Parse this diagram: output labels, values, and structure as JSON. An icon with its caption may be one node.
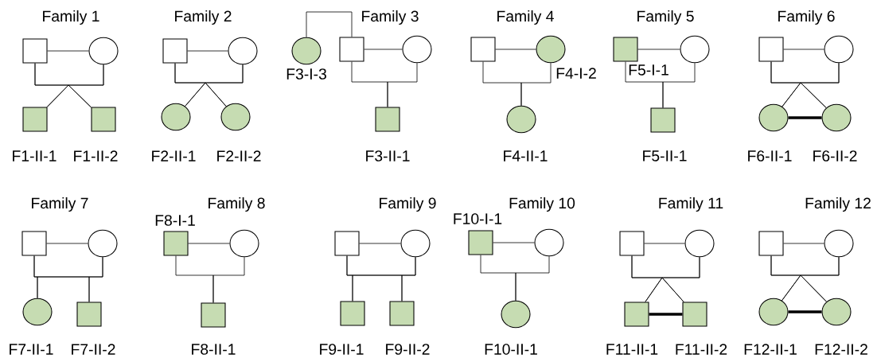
{
  "diagram": {
    "nodes": [
      {
        "text": [],
        "shape": "box"
      },
      {
        "text": [],
        "shape": "circle"
      },
      {
        "text": [],
        "shape": "box",
        "beside": [
          "F1-II-1"
        ]
      },
      {
        "text": [],
        "shape": "box",
        "beside": [
          "F1-II-2"
        ]
      },
      {
        "text": [],
        "shape": "box"
      },
      {
        "text": [],
        "shape": "circle"
      },
      {
        "text": [],
        "shape": "circle",
        "beside": [
          "F2-II-1"
        ]
      },
      {
        "text": [],
        "shape": "circle",
        "beside": [
          "F2-II-2"
        ]
      },
      {
        "text": [],
        "shape": "circle",
        "beside": [
          "F3-I-3"
        ]
      },
      {
        "text": [],
        "shape": "box"
      },
      {
        "text": [],
        "shape": "circle"
      },
      {
        "text": [],
        "shape": "box",
        "beside": [
          "F3-II-1"
        ]
      },
      {
        "text": [],
        "shape": "box"
      },
      {
        "text": [],
        "shape": "circle",
        "beside": [
          "F4-I-2"
        ]
      },
      {
        "text": [],
        "shape": "circle",
        "beside": [
          "F4-II-1"
        ]
      },
      {
        "text": [],
        "shape": "box",
        "beside": [
          "F5-I-1"
        ]
      },
      {
        "text": [],
        "shape": "circle"
      },
      {
        "text": [],
        "shape": "box",
        "beside": [
          "F5-II-1"
        ]
      },
      {
        "text": [],
        "shape": "box"
      },
      {
        "text": [],
        "shape": "circle"
      },
      {
        "text": [],
        "shape": "circle",
        "beside": [
          "F6-II-1"
        ]
      },
      {
        "text": [],
        "shape": "circle",
        "beside": [
          "F6-II-2"
        ]
      },
      {
        "text": [],
        "shape": "box"
      },
      {
        "text": [],
        "shape": "circle"
      },
      {
        "text": [],
        "shape": "circle",
        "beside": [
          "F7-II-1"
        ]
      },
      {
        "text": [],
        "shape": "box",
        "beside": [
          "F7-II-2"
        ]
      },
      {
        "text": [],
        "shape": "box",
        "beside": [
          "F8-I-1"
        ]
      },
      {
        "text": [],
        "shape": "circle"
      },
      {
        "text": [],
        "shape": "box",
        "beside": [
          "F8-II-1"
        ]
      },
      {
        "text": [],
        "shape": "box"
      },
      {
        "text": [],
        "shape": "circle"
      },
      {
        "text": [],
        "shape": "box",
        "beside": [
          "F9-II-1"
        ]
      },
      {
        "text": [],
        "shape": "box",
        "beside": [
          "F9-II-2"
        ]
      },
      {
        "text": [],
        "shape": "box",
        "beside": [
          "F10-I-1"
        ]
      },
      {
        "text": [],
        "shape": "circle"
      },
      {
        "text": [],
        "shape": "circle",
        "beside": [
          "F10-II-1"
        ]
      },
      {
        "text": [],
        "shape": "box"
      },
      {
        "text": [],
        "shape": "circle"
      },
      {
        "text": [],
        "shape": "box",
        "beside": [
          "F11-II-1"
        ]
      },
      {
        "text": [],
        "shape": "box",
        "beside": [
          "F11-II-2"
        ]
      },
      {
        "text": [],
        "shape": "box"
      },
      {
        "text": [],
        "shape": "circle"
      },
      {
        "text": [],
        "shape": "circle",
        "beside": [
          "F12-II-1"
        ]
      },
      {
        "text": [],
        "shape": "circle",
        "beside": [
          "F12-II-2"
        ]
      }
    ],
    "edges": [
      {
        "from": 0,
        "to": 1,
        "arrow": "none"
      },
      {
        "from": 0,
        "to": 2,
        "arrow": "none"
      },
      {
        "from": 1,
        "to": 2,
        "arrow": "none"
      },
      {
        "from": 0,
        "to": 3,
        "arrow": "none"
      },
      {
        "from": 1,
        "to": 3,
        "arrow": "none"
      },
      {
        "from": 4,
        "to": 5,
        "arrow": "none"
      },
      {
        "from": 4,
        "to": 6,
        "arrow": "none"
      },
      {
        "from": 5,
        "to": 6,
        "arrow": "none"
      },
      {
        "from": 4,
        "to": 7,
        "arrow": "none"
      },
      {
        "from": 5,
        "to": 7,
        "arrow": "none"
      },
      {
        "from": 8,
        "to": 9,
        "arrow": "none"
      },
      {
        "from": 9,
        "to": 10,
        "arrow": "none"
      },
      {
        "from": 9,
        "to": 11,
        "arrow": "none"
      },
      {
        "from": 10,
        "to": 11,
        "arrow": "none"
      },
      {
        "from": 12,
        "to": 13,
        "arrow": "none"
      },
      {
        "from": 12,
        "to": 14,
        "arrow": "none"
      },
      {
        "from": 13,
        "to": 14,
        "arrow": "none"
      },
      {
        "from": 15,
        "to": 16,
        "arrow": "none"
      },
      {
        "from": 15,
        "to": 17,
        "arrow": "none"
      },
      {
        "from": 16,
        "to": 17,
        "arrow": "none"
      },
      {
        "from": 18,
        "to": 19,
        "arrow": "none"
      },
      {
        "from": 18,
        "to": 20,
        "arrow": "none"
      },
      {
        "from": 19,
        "to": 20,
        "arrow": "none"
      },
      {
        "from": 18,
        "to": 21,
        "arrow": "none"
      },
      {
        "from": 19,
        "to": 21,
        "arrow": "none"
      },
      {
        "from": 20,
        "to": 21,
        "arrow": "none",
        "style": "thick"
      },
      {
        "from": 22,
        "to": 23,
        "arrow": "none"
      },
      {
        "from": 22,
        "to": 24,
        "arrow": "none"
      },
      {
        "from": 23,
        "to": 24,
        "arrow": "none"
      },
      {
        "from": 22,
        "to": 25,
        "arrow": "none"
      },
      {
        "from": 23,
        "to": 25,
        "arrow": "none"
      },
      {
        "from": 26,
        "to": 27,
        "arrow": "none"
      },
      {
        "from": 26,
        "to": 28,
        "arrow": "none"
      },
      {
        "from": 27,
        "to": 28,
        "arrow": "none"
      },
      {
        "from": 29,
        "to": 30,
        "arrow": "none"
      },
      {
        "from": 29,
        "to": 31,
        "arrow": "none"
      },
      {
        "from": 30,
        "to": 31,
        "arrow": "none"
      },
      {
        "from": 29,
        "to": 32,
        "arrow": "none"
      },
      {
        "from": 30,
        "to": 32,
        "arrow": "none"
      },
      {
        "from": 33,
        "to": 34,
        "arrow": "none"
      },
      {
        "from": 33,
        "to": 35,
        "arrow": "none"
      },
      {
        "from": 34,
        "to": 35,
        "arrow": "none"
      },
      {
        "from": 36,
        "to": 37,
        "arrow": "none"
      },
      {
        "from": 36,
        "to": 38,
        "arrow": "none"
      },
      {
        "from": 37,
        "to": 38,
        "arrow": "none"
      },
      {
        "from": 36,
        "to": 39,
        "arrow": "none"
      },
      {
        "from": 37,
        "to": 39,
        "arrow": "none"
      },
      {
        "from": 38,
        "to": 39,
        "arrow": "none",
        "style": "thick"
      },
      {
        "from": 40,
        "to": 41,
        "arrow": "none"
      },
      {
        "from": 40,
        "to": 42,
        "arrow": "none"
      },
      {
        "from": 41,
        "to": 42,
        "arrow": "none"
      },
      {
        "from": 40,
        "to": 43,
        "arrow": "none"
      },
      {
        "from": 41,
        "to": 43,
        "arrow": "none"
      },
      {
        "from": 42,
        "to": 43,
        "arrow": "none",
        "style": "thick"
      }
    ],
    "labels": [
      "Family 1",
      "Family 2",
      "Family 3",
      "Family 4",
      "Family 5",
      "Family 6",
      "Family 7",
      "Family 8",
      "Family 9",
      "Family 10",
      "Family 11",
      "Family 12"
    ]
  }
}
